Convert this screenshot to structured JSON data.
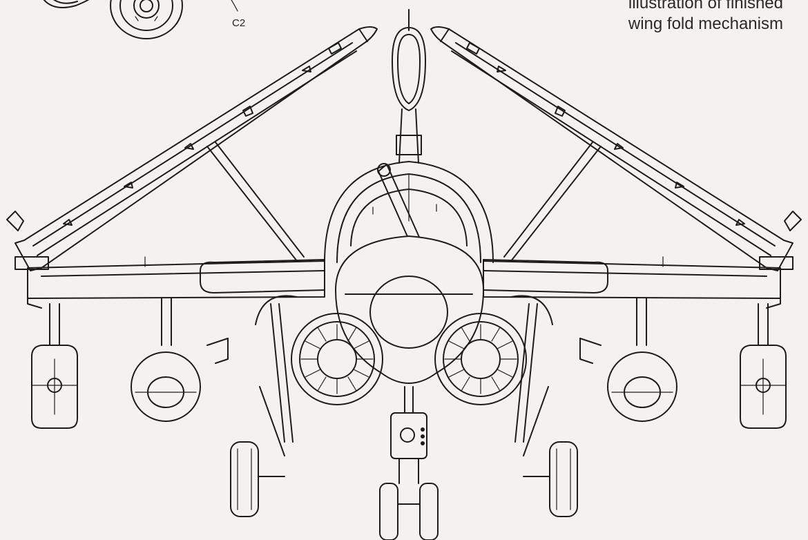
{
  "caption": {
    "line1": "illustration of finished",
    "line2": "wing fold mechanism"
  },
  "part_label": "C2"
}
